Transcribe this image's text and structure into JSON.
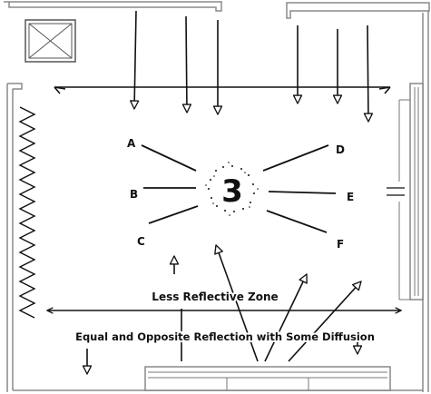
{
  "diagram": {
    "center_label": "3",
    "rays": [
      {
        "label": "A"
      },
      {
        "label": "B"
      },
      {
        "label": "C"
      },
      {
        "label": "D"
      },
      {
        "label": "E"
      },
      {
        "label": "F"
      }
    ],
    "zones": {
      "upper": "Less Reflective Zone",
      "lower": "Equal and Opposite Reflection with Some Diffusion"
    },
    "colors": {
      "ink": "#111111",
      "wall": "#8a8a8a",
      "paper": "#ffffff"
    }
  }
}
